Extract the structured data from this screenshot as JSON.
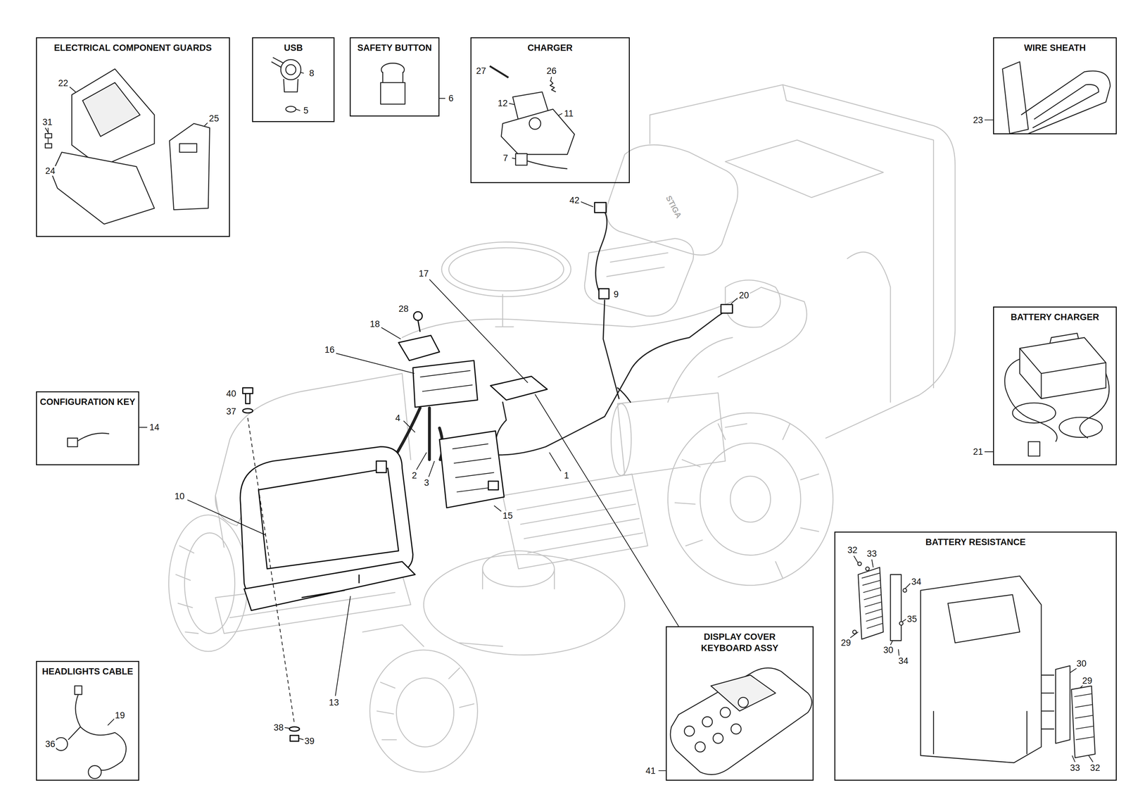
{
  "diagram": {
    "nodes": [
      {
        "text": [
          "ELECTRICAL COMPONENT GUARDS"
        ]
      },
      {
        "text": [
          "USB"
        ]
      },
      {
        "text": [
          "SAFETY BUTTON"
        ]
      },
      {
        "text": [
          "CHARGER"
        ]
      },
      {
        "text": [
          "WIRE SHEATH"
        ]
      },
      {
        "text": [
          "BATTERY CHARGER"
        ]
      },
      {
        "text": [
          "CONFIGURATION KEY"
        ]
      },
      {
        "text": [
          "BATTERY RESISTANCE"
        ]
      },
      {
        "text": [
          "DISPLAY COVER KEYBOARD ASSY"
        ]
      },
      {
        "text": [
          "HEADLIGHTS CABLE"
        ]
      }
    ],
    "labels": [
      "22",
      "31",
      "25",
      "24",
      "8",
      "5",
      "6",
      "27",
      "26",
      "12",
      "11",
      "7",
      "23",
      "42",
      "STIGA",
      "17",
      "9",
      "20",
      "28",
      "18",
      "16",
      "21",
      "40",
      "14",
      "37",
      "4",
      "1",
      "2",
      "3",
      "10",
      "15",
      "32",
      "33",
      "34",
      "35",
      "29",
      "30",
      "34",
      "30",
      "29",
      "13",
      "41",
      "19",
      "36",
      "38",
      "39",
      "33",
      "32"
    ]
  }
}
